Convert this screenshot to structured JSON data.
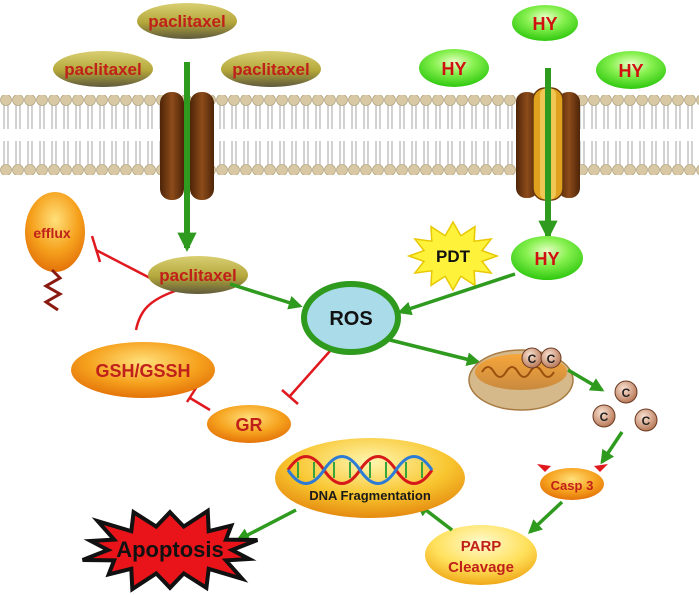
{
  "labels": {
    "paclitaxel_top": "paclitaxel",
    "paclitaxel_left": "paclitaxel",
    "paclitaxel_right": "paclitaxel",
    "paclitaxel_inside": "paclitaxel",
    "hy_top": "HY",
    "hy_left": "HY",
    "hy_right": "HY",
    "hy_inside": "HY",
    "efflux": "efflux",
    "pdt": "PDT",
    "ros": "ROS",
    "gsh": "GSH/GSSH",
    "gr": "GR",
    "cytochrome_c": "C",
    "casp3": "Casp 3",
    "dna": "DNA  Fragmentation",
    "parp_line1": "PARP",
    "parp_line2": "Cleavage",
    "apoptosis": "Apoptosis"
  },
  "colors": {
    "arrow_green": "#2e9a1e",
    "inhibit_red": "#e0191f",
    "paclitaxel_olive": "#b5a83c",
    "hy_green": "#4fe02a",
    "hy_text": "#d01010",
    "ros_fill": "#a9dbe8",
    "orange": "#f08a10",
    "efflux_text": "#c0201a",
    "pdt_star": "#fff23a",
    "apoptosis_red": "#e8141a",
    "membrane": "#cdbb94",
    "channel": "#7a3e14"
  }
}
